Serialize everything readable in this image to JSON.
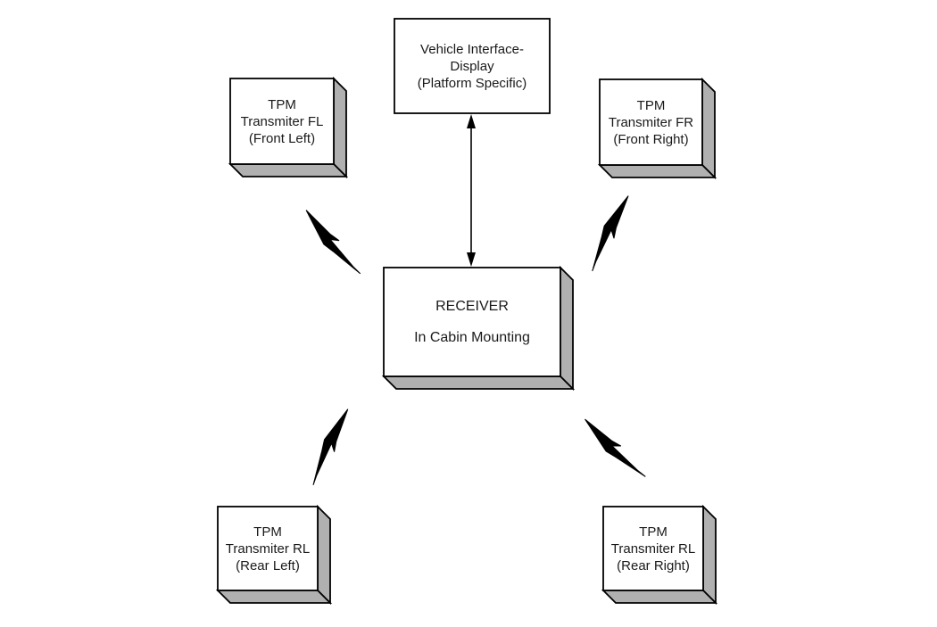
{
  "diagram": {
    "nodes": {
      "vehicle_display": {
        "label": "Vehicle Interface-\nDisplay\n(Platform Specific)"
      },
      "receiver": {
        "title": "RECEIVER",
        "subtitle": "In Cabin Mounting"
      },
      "transmitter_front_left": {
        "label": "TPM\nTransmiter FL\n(Front Left)"
      },
      "transmitter_front_right": {
        "label": "TPM\nTransmiter FR\n(Front Right)"
      },
      "transmitter_rear_left": {
        "label": "TPM\nTransmiter RL\n(Rear Left)"
      },
      "transmitter_rear_right": {
        "label": "TPM\nTransmiter RL\n(Rear Right)"
      }
    },
    "icons": {
      "rf_link": "lightning-bolt-icon",
      "display_link": "double-headed-arrow-icon"
    },
    "colors": {
      "background": "#ffffff",
      "stroke": "#000000",
      "box_face": "#ffffff",
      "box_side": "#b0b0b0",
      "text": "#1a1a1a"
    }
  }
}
